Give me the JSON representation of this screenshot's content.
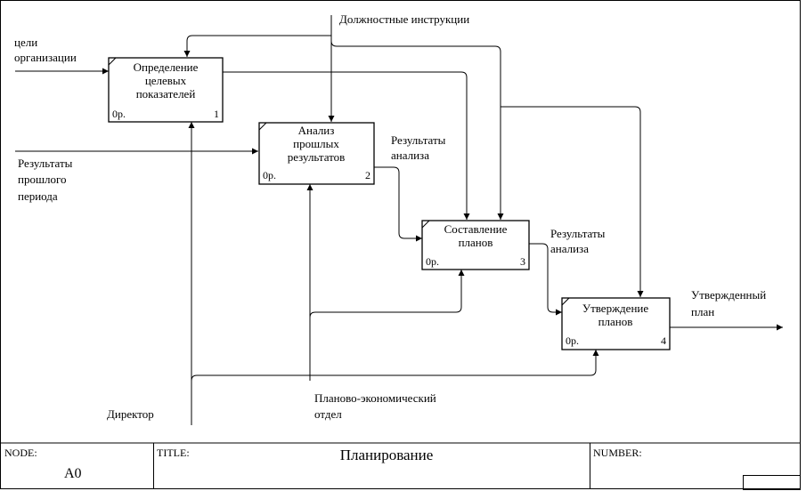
{
  "boxes": [
    {
      "title": [
        "Определение",
        "целевых",
        "показателей"
      ],
      "cost": "0р.",
      "number": "1"
    },
    {
      "title": [
        "Анализ",
        "прошлых",
        "результатов"
      ],
      "cost": "0р.",
      "number": "2"
    },
    {
      "title": [
        "Составление",
        "планов"
      ],
      "cost": "0р.",
      "number": "3"
    },
    {
      "title": [
        "Утверждение",
        "планов"
      ],
      "cost": "0р.",
      "number": "4"
    }
  ],
  "arrows": {
    "instructions": "Должностные инструкции",
    "goals": [
      "цели",
      "организации"
    ],
    "past_results": [
      "Результаты",
      "прошлого",
      "периода"
    ],
    "analysis_results_1": [
      "Результаты",
      "анализа"
    ],
    "analysis_results_2": [
      "Результаты",
      "анализа"
    ],
    "approved_plan": [
      "Утвержденный",
      "план"
    ],
    "director": "Директор",
    "planning_dept": [
      "Планово-экономический",
      "отдел"
    ]
  },
  "frame": {
    "node_label": "NODE:",
    "node_value": "A0",
    "title_label": "TITLE:",
    "title_value": "Планирование",
    "number_label": "NUMBER:",
    "number_value": ""
  }
}
